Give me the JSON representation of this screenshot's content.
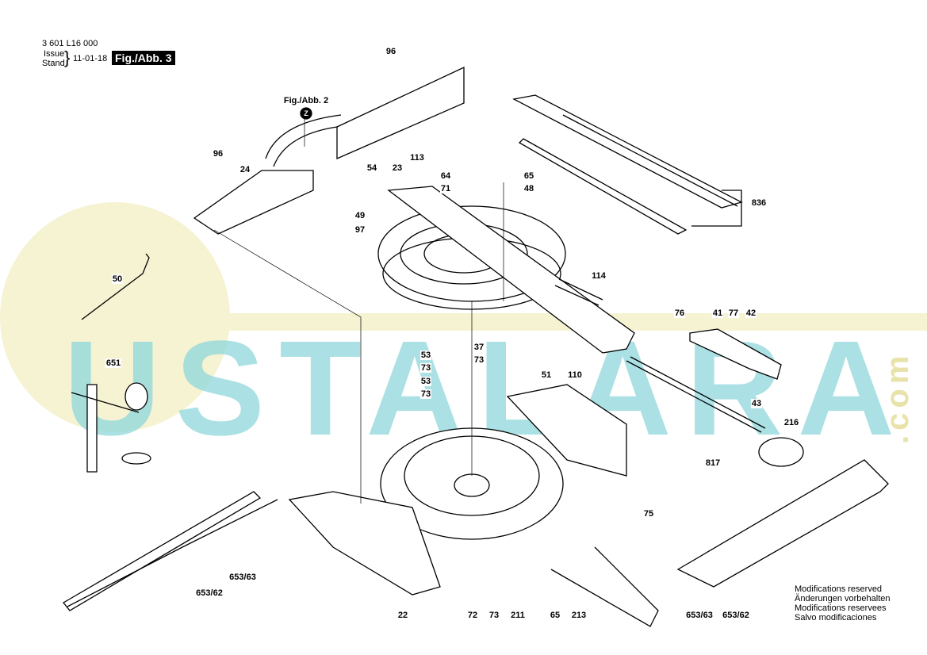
{
  "header": {
    "part_number": "3 601 L16 000",
    "issue_label": "Issue",
    "stand_label": "Stand",
    "date": "11-01-18",
    "figure": "Fig./Abb. 3"
  },
  "reference": {
    "figure": "Fig./Abb. 2",
    "marker": "Z"
  },
  "watermark": {
    "text": "USTALARA",
    "suffix": ".com",
    "color": "#5ec8cf",
    "circle_color": "#f3f1c8"
  },
  "parts": [
    "96",
    "96",
    "24",
    "54",
    "23",
    "113",
    "64",
    "71",
    "65",
    "48",
    "49",
    "97",
    "836",
    "50",
    "114",
    "76",
    "41",
    "77",
    "42",
    "53",
    "73",
    "37",
    "73",
    "53",
    "73",
    "51",
    "110",
    "651",
    "43",
    "216",
    "817",
    "75",
    "653/63",
    "653/62",
    "22",
    "72",
    "73",
    "211",
    "65",
    "213",
    "653/63",
    "653/62"
  ],
  "notes": [
    "Modifications reserved",
    "Änderungen vorbehalten",
    "Modifications reservees",
    "Salvo modificaciones"
  ]
}
